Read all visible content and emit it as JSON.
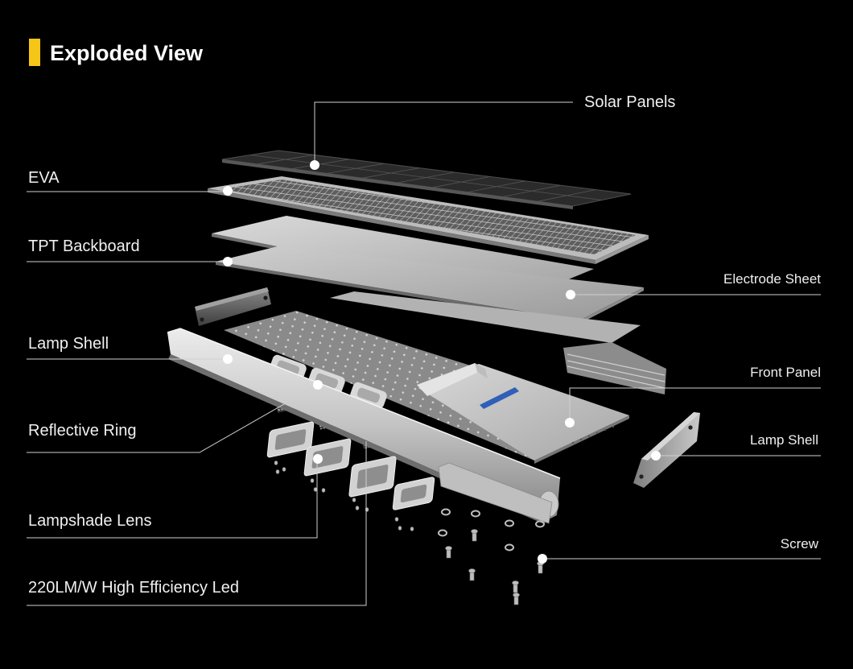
{
  "title": "Exploded View",
  "labels": {
    "solar_panels": "Solar Panels",
    "eva": "EVA",
    "tpt_backboard": "TPT Backboard",
    "lamp_shell_left": "Lamp Shell",
    "reflective_ring": "Reflective Ring",
    "lampshade_lens": "Lampshade Lens",
    "led": "220LM/W High Efficiency Led",
    "electrode_sheet": "Electrode Sheet",
    "front_panel": "Front Panel",
    "lamp_shell_right": "Lamp Shell",
    "screw": "Screw"
  },
  "colors": {
    "background": "#000000",
    "accent": "#f5c518",
    "text": "#ffffff",
    "leader": "#d0d0d0"
  }
}
